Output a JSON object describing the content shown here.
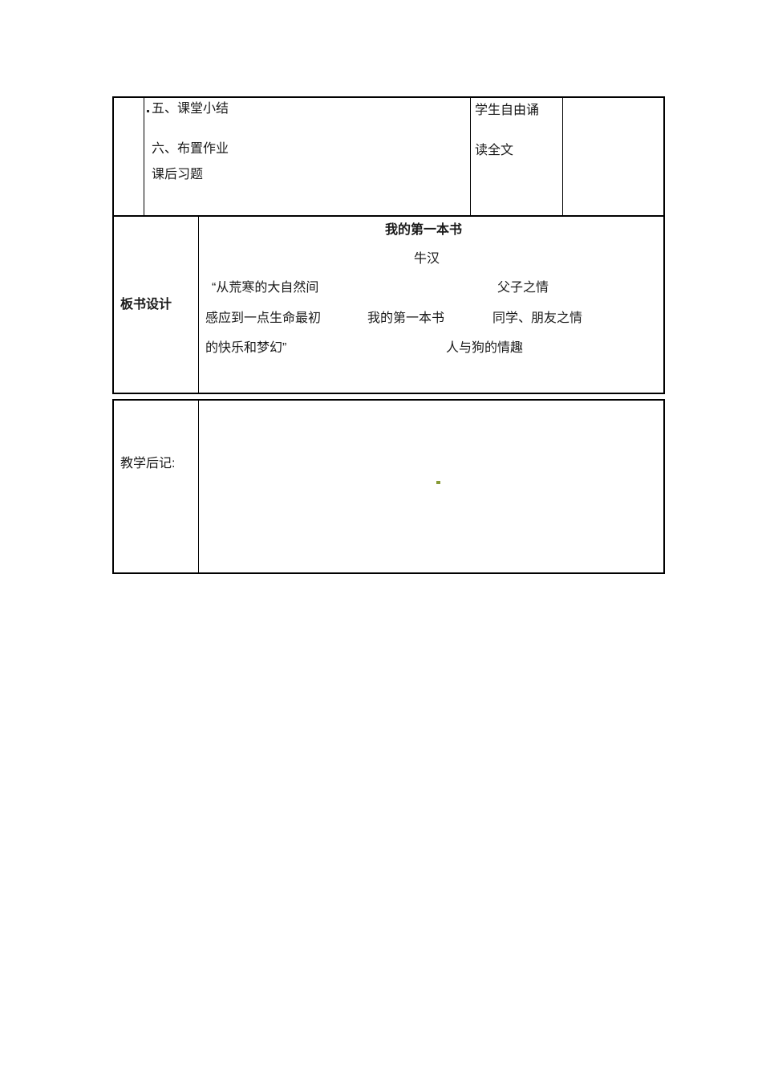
{
  "lesson_table": {
    "steps_cell": {
      "lines": [
        "五、课堂小结",
        "六、布置作业",
        "课后习题"
      ]
    },
    "student_cell": {
      "lines": [
        "学生自由诵",
        "读全文"
      ]
    }
  },
  "board_design": {
    "label": "板书设计",
    "title": "我的第一本书",
    "author": "牛汉",
    "quote_line1": "“从荒寒的大自然间",
    "quote_line2": "感应到一点生命最初",
    "quote_line3": "的快乐和梦幻”",
    "center_title": "我的第一本书",
    "relation1": "父子之情",
    "relation2": "同学、朋友之情",
    "relation3": "人与狗的情趣"
  },
  "teaching_notes": {
    "label": "教学后记:"
  },
  "colors": {
    "border": "#000000",
    "text": "#1a1a1a",
    "stray_mark": "#879a36"
  }
}
